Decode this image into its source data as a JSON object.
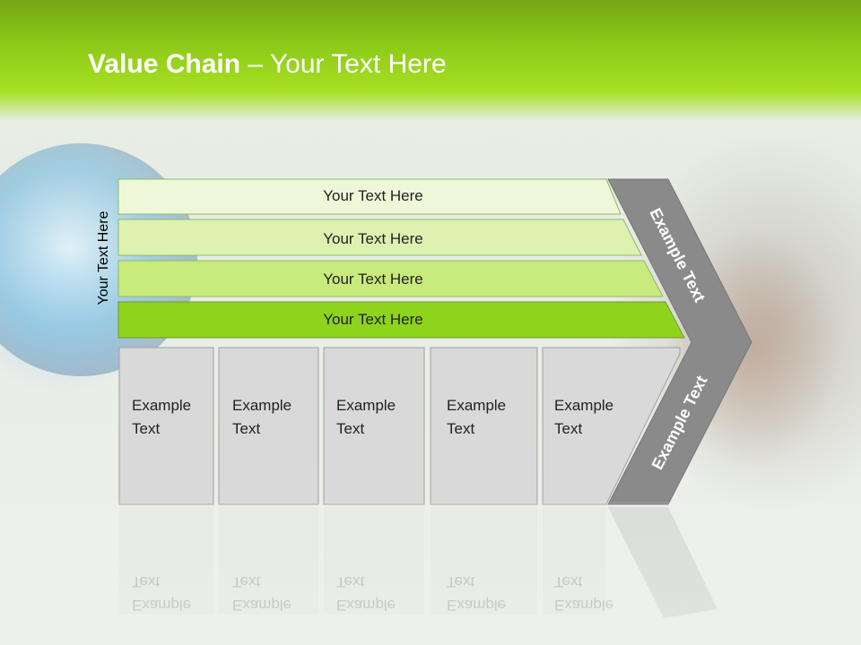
{
  "slide": {
    "title_bold": "Value Chain",
    "title_rest": " – Your Text Here",
    "side_label": "Your Text Here"
  },
  "bands": [
    {
      "label": "Your Text Here",
      "color": "#eef8d8"
    },
    {
      "label": "Your Text Here",
      "color": "#ddf2b0"
    },
    {
      "label": "Your Text Here",
      "color": "#c9ea7c"
    },
    {
      "label": "Your Text Here",
      "color": "#8ed31c"
    }
  ],
  "columns": [
    {
      "line1": "Example",
      "line2": "Text"
    },
    {
      "line1": "Example",
      "line2": "Text"
    },
    {
      "line1": "Example",
      "line2": "Text"
    },
    {
      "line1": "Example",
      "line2": "Text"
    },
    {
      "line1": "Example",
      "line2": "Text"
    }
  ],
  "chevron": {
    "top_label": "Example Text",
    "bottom_label": "Example Text",
    "color": "#8a8a8a"
  },
  "colors": {
    "header_green": "#8cc81a",
    "column_fill": "#d9d9d9"
  }
}
